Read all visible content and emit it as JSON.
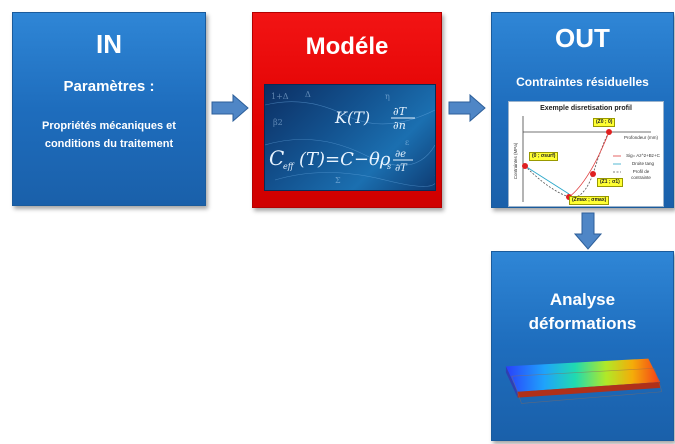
{
  "in_box": {
    "title": "IN",
    "subtitle": "Paramètres :",
    "line1": "Propriétés mécaniques et",
    "line2": "conditions du traitement"
  },
  "model_box": {
    "title": "Modéle"
  },
  "out_box": {
    "title": "OUT",
    "subtitle": "Contraintes résiduelles",
    "profile": {
      "title": "Exemple disretisation profil",
      "ylabel": "Contraintes (MPa)",
      "xlabel": "Profondeur (mm)",
      "legend_fit": "Sig= Az^2+Bz+C",
      "legend_tangent": "Droite tang",
      "legend_profile": "Profil de contrainte",
      "tag_z0": "(Z0 ; 0)",
      "tag_surf": "(0 ; σsurf)",
      "tag_z1": "(Z1 ; σ1)",
      "tag_max": "(Zmax ; σmax)"
    }
  },
  "analysis_box": {
    "line1": "Analyse",
    "line2": "déformations"
  },
  "colors": {
    "blue_box": "#1e6dbd",
    "red_box": "#e00000",
    "arrow": "#4f86c6"
  }
}
